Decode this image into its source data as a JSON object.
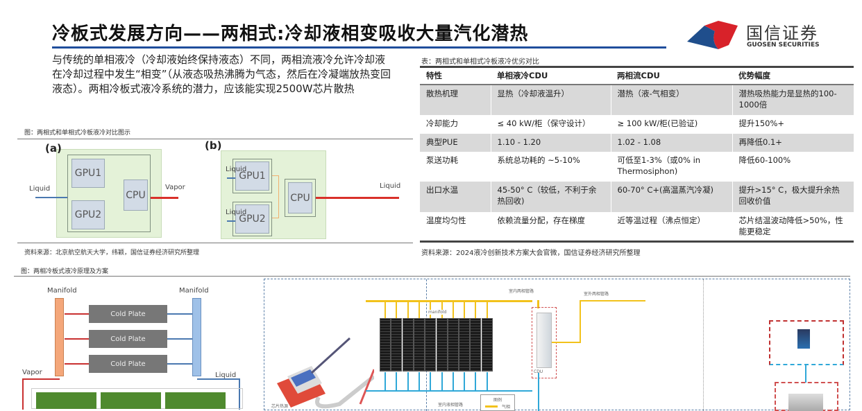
{
  "title": "冷板式发展方向——两相式:冷却液相变吸收大量汽化潜热",
  "logo": {
    "cn": "国信证券",
    "en": "GUOSEN SECURITIES"
  },
  "intro": "与传统的单相液冷（冷却液始终保持液态）不同，两相流液冷允许冷却液在冷却过程中发生“相变”（从液态吸热沸腾为气态，然后在冷凝端放热变回液态）。两相冷板式液冷系统的潜力，应该能实现2500W芯片散热",
  "fig1": {
    "caption": "图：两相式和单相式冷板液冷对比图示",
    "a": "(a)",
    "b": "(b)",
    "gpu1": "GPU1",
    "gpu2": "GPU2",
    "cpu": "CPU",
    "liquid": "Liquid",
    "vapor": "Vapor",
    "source": "资料来源：北京航空航天大学，纬颖，国信证券经济研究所整理"
  },
  "table": {
    "caption": "表：两相式和单相式冷板液冷优劣对比",
    "headers": [
      "特性",
      "单相液冷CDU",
      "两相流CDU",
      "优势幅度"
    ],
    "rows": [
      [
        "散热机理",
        "显热（冷却液温升）",
        "潜热（液-气相变）",
        "潜热吸热能力是显热的100-1000倍"
      ],
      [
        "冷却能力",
        "≤ 40 kW/柜（保守设计）",
        "≥ 100 kW/柜(已验证)",
        "提升150%+"
      ],
      [
        "典型PUE",
        "1.10 - 1.20",
        "1.02 - 1.08",
        "再降低0.1+"
      ],
      [
        "泵送功耗",
        "系统总功耗的 ~5-10%",
        "可低至1-3%（或0% in Thermosiphon)",
        "降低60-100%"
      ],
      [
        "出口水温",
        "45-50° C（较低，不利于余热回收)",
        "60-70° C+(高温蒸汽冷凝)",
        "提升>15° C，极大提升余热回收价值"
      ],
      [
        "温度均匀性",
        "依赖流量分配，存在梯度",
        "近等温过程（沸点恒定）",
        "芯片结温波动降低>50%，性能更稳定"
      ]
    ],
    "source": "资料来源：2024液冷创新技术方案大会官微，国信证券经济研究所整理"
  },
  "fig2": {
    "caption": "图：两相冷板式液冷原理及方案",
    "manifold": "Manifold",
    "cold_plate": "Cold Plate",
    "vapor": "Vapor",
    "liquid": "Liquid",
    "pipe_top": "室内两相管路",
    "pipe_bottom": "室内液相管路",
    "pipe_outdoor": "室外两相管路",
    "manifold_small": "manifold",
    "cdu": "CDU",
    "legend": "图例",
    "legend_gas": "气相",
    "chip": "芯片热源"
  }
}
